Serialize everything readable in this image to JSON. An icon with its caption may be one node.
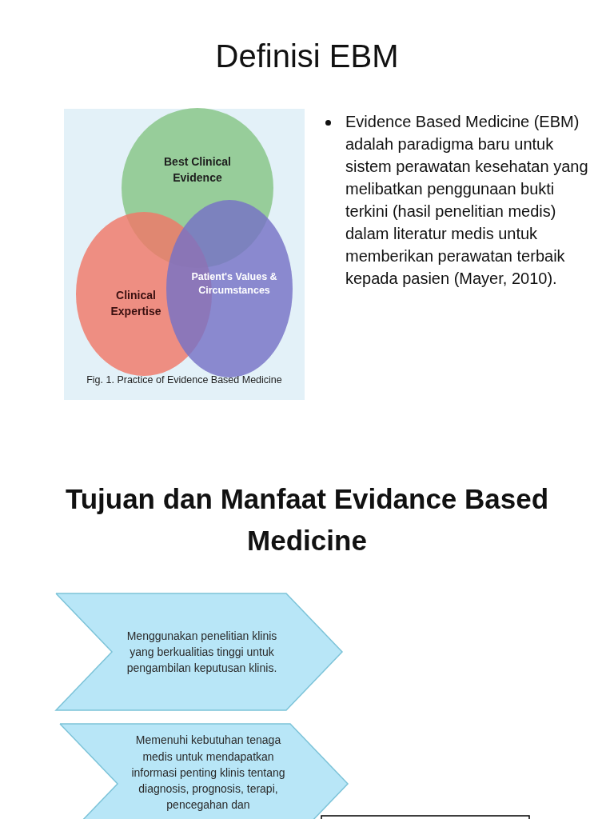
{
  "diagram": {
    "title": "Definisi EBM",
    "nodes": [
      {
        "text": [
          "Best Clinical Evidence"
        ]
      },
      {
        "text": [
          "Clinical Expertise"
        ]
      },
      {
        "text": [
          "Patient's Values & Circumstances"
        ]
      },
      {
        "text": [
          "Menggunakan penelitian klinis yang berkualitias tinggi untuk pengambilan keputusan klinis."
        ]
      },
      {
        "text": [
          "Memenuhi kebutuhan tenaga medis untuk mendapatkan informasi penting klinis tentang diagnosis, prognosis, terapi, pencegahan dan"
        ]
      },
      {
        "text": [],
        "shape": "box"
      }
    ],
    "edges": [],
    "labels": [
      "Fig. 1. Practice of Evidence Based Medicine",
      "Evidence Based Medicine  (EBM) adalah paradigma baru untuk sistem perawatan kesehatan yang melibatkan penggunaan bukti terkini (hasil penelitian medis) dalam literatur medis untuk memberikan perawatan terbaik kepada pasien (Mayer, 2010).",
      "Tujuan dan Manfaat Evidance Based Medicine"
    ]
  }
}
